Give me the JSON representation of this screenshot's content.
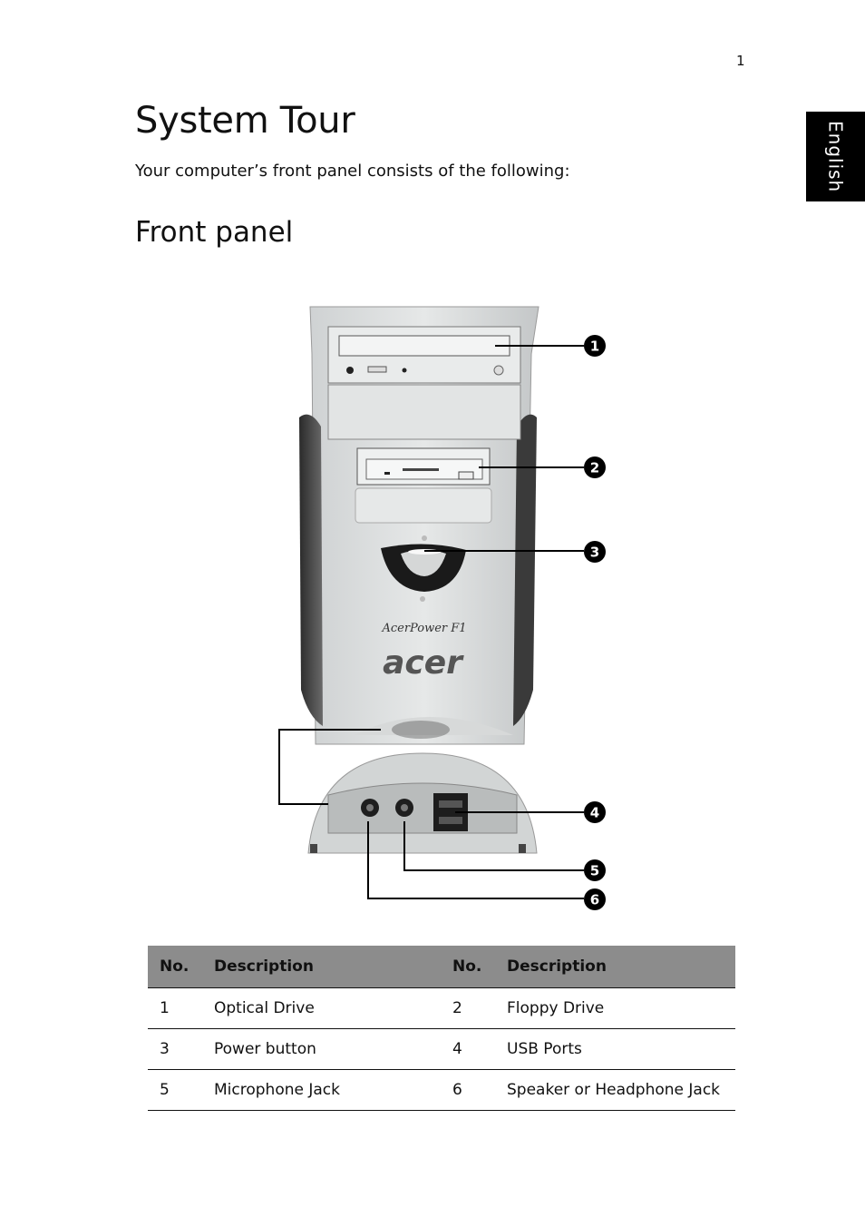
{
  "page_number": "1",
  "language_tab": "English",
  "title": "System Tour",
  "intro": "Your computer’s front panel consists of the following:",
  "section_title": "Front panel",
  "figure": {
    "model_label": "AcerPower F1",
    "brand": "acer",
    "callouts": [
      "1",
      "2",
      "3",
      "4",
      "5",
      "6"
    ]
  },
  "table": {
    "headers": [
      "No.",
      "Description",
      "No.",
      "Description"
    ],
    "rows": [
      [
        "1",
        "Optical Drive",
        "2",
        "Floppy Drive"
      ],
      [
        "3",
        "Power button",
        "4",
        "USB Ports"
      ],
      [
        "5",
        "Microphone Jack",
        "6",
        "Speaker or Headphone Jack"
      ]
    ]
  }
}
